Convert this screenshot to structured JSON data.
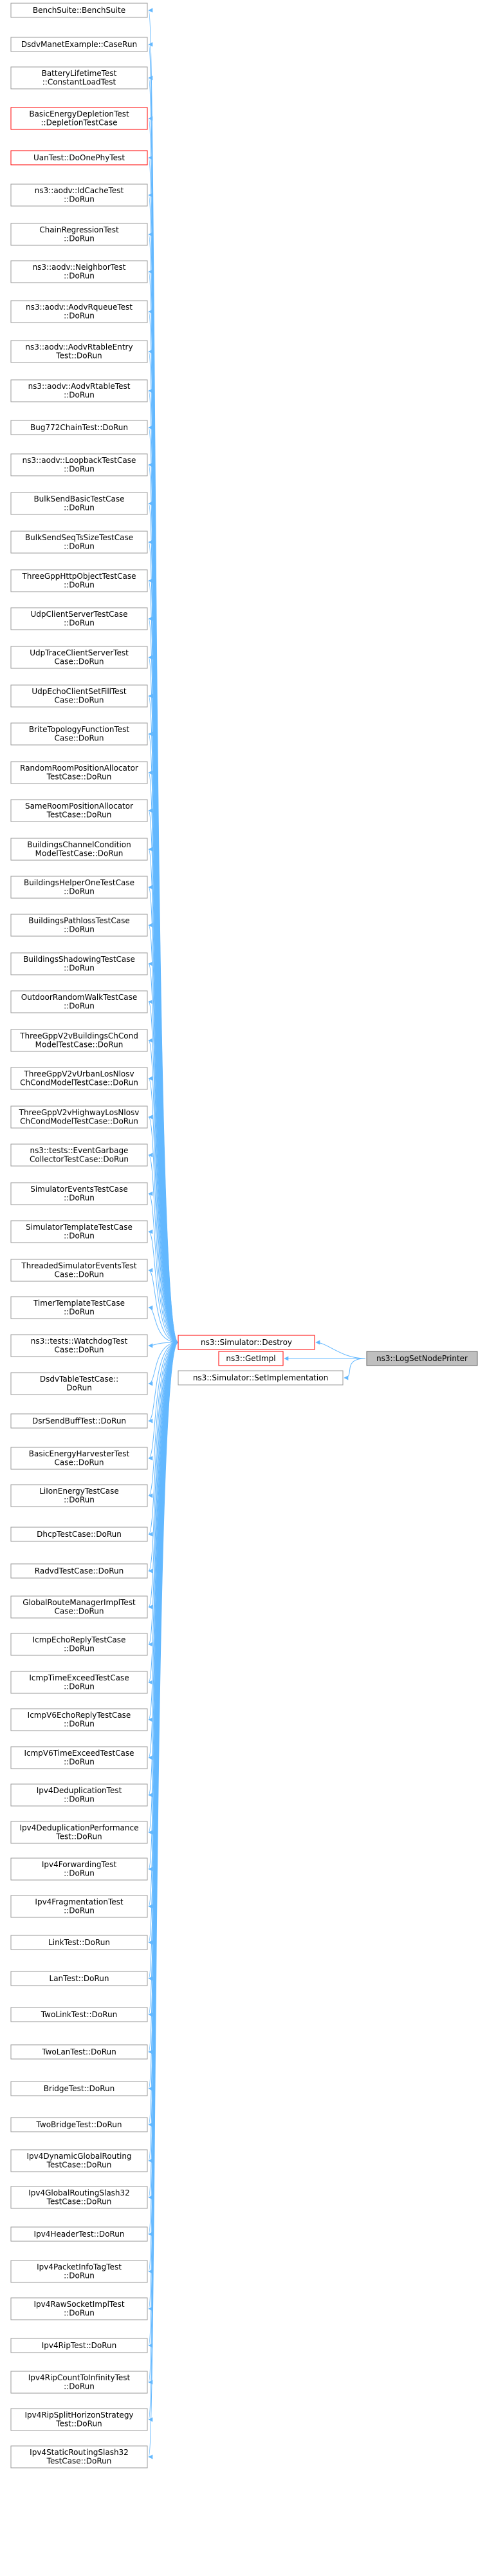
{
  "graph": {
    "target": "ns3::LogSetNodePrinter",
    "middle": [
      {
        "id": "destroy",
        "label": [
          "ns3::Simulator::Destroy"
        ],
        "border": "red"
      },
      {
        "id": "getimpl",
        "label": [
          "ns3::GetImpl"
        ],
        "border": "red"
      },
      {
        "id": "setimpl",
        "label": [
          "ns3::Simulator::SetImplementation"
        ],
        "border": "gray"
      }
    ],
    "callers": [
      {
        "label": [
          "BenchSuite::BenchSuite"
        ]
      },
      {
        "label": [
          "DsdvManetExample::CaseRun"
        ]
      },
      {
        "label": [
          "BatteryLifetimeTest",
          "::ConstantLoadTest"
        ]
      },
      {
        "label": [
          "BasicEnergyDepletionTest",
          "::DepletionTestCase"
        ],
        "border": "red"
      },
      {
        "label": [
          "UanTest::DoOnePhyTest"
        ],
        "border": "red"
      },
      {
        "label": [
          "ns3::aodv::IdCacheTest",
          "::DoRun"
        ]
      },
      {
        "label": [
          "ChainRegressionTest",
          "::DoRun"
        ]
      },
      {
        "label": [
          "ns3::aodv::NeighborTest",
          "::DoRun"
        ]
      },
      {
        "label": [
          "ns3::aodv::AodvRqueueTest",
          "::DoRun"
        ]
      },
      {
        "label": [
          "ns3::aodv::AodvRtableEntry",
          "Test::DoRun"
        ]
      },
      {
        "label": [
          "ns3::aodv::AodvRtableTest",
          "::DoRun"
        ]
      },
      {
        "label": [
          "Bug772ChainTest::DoRun"
        ]
      },
      {
        "label": [
          "ns3::aodv::LoopbackTestCase",
          "::DoRun"
        ]
      },
      {
        "label": [
          "BulkSendBasicTestCase",
          "::DoRun"
        ]
      },
      {
        "label": [
          "BulkSendSeqTsSizeTestCase",
          "::DoRun"
        ]
      },
      {
        "label": [
          "ThreeGppHttpObjectTestCase",
          "::DoRun"
        ]
      },
      {
        "label": [
          "UdpClientServerTestCase",
          "::DoRun"
        ]
      },
      {
        "label": [
          "UdpTraceClientServerTest",
          "Case::DoRun"
        ]
      },
      {
        "label": [
          "UdpEchoClientSetFillTest",
          "Case::DoRun"
        ]
      },
      {
        "label": [
          "BriteTopologyFunctionTest",
          "Case::DoRun"
        ]
      },
      {
        "label": [
          "RandomRoomPositionAllocator",
          "TestCase::DoRun"
        ]
      },
      {
        "label": [
          "SameRoomPositionAllocator",
          "TestCase::DoRun"
        ]
      },
      {
        "label": [
          "BuildingsChannelCondition",
          "ModelTestCase::DoRun"
        ]
      },
      {
        "label": [
          "BuildingsHelperOneTestCase",
          "::DoRun"
        ]
      },
      {
        "label": [
          "BuildingsPathlossTestCase",
          "::DoRun"
        ]
      },
      {
        "label": [
          "BuildingsShadowingTestCase",
          "::DoRun"
        ]
      },
      {
        "label": [
          "OutdoorRandomWalkTestCase",
          "::DoRun"
        ]
      },
      {
        "label": [
          "ThreeGppV2vBuildingsChCond",
          "ModelTestCase::DoRun"
        ]
      },
      {
        "label": [
          "ThreeGppV2vUrbanLosNlosv",
          "ChCondModelTestCase::DoRun"
        ]
      },
      {
        "label": [
          "ThreeGppV2vHighwayLosNlosv",
          "ChCondModelTestCase::DoRun"
        ]
      },
      {
        "label": [
          "ns3::tests::EventGarbage",
          "CollectorTestCase::DoRun"
        ]
      },
      {
        "label": [
          "SimulatorEventsTestCase",
          "::DoRun"
        ]
      },
      {
        "label": [
          "SimulatorTemplateTestCase",
          "::DoRun"
        ]
      },
      {
        "label": [
          "ThreadedSimulatorEventsTest",
          "Case::DoRun"
        ]
      },
      {
        "label": [
          "TimerTemplateTestCase",
          "::DoRun"
        ]
      },
      {
        "label": [
          "ns3::tests::WatchdogTest",
          "Case::DoRun"
        ]
      },
      {
        "label": [
          "DsdvTableTestCase::",
          "DoRun"
        ]
      },
      {
        "label": [
          "DsrSendBuffTest::DoRun"
        ]
      },
      {
        "label": [
          "BasicEnergyHarvesterTest",
          "Case::DoRun"
        ]
      },
      {
        "label": [
          "LiIonEnergyTestCase",
          "::DoRun"
        ]
      },
      {
        "label": [
          "DhcpTestCase::DoRun"
        ]
      },
      {
        "label": [
          "RadvdTestCase::DoRun"
        ]
      },
      {
        "label": [
          "GlobalRouteManagerImplTest",
          "Case::DoRun"
        ]
      },
      {
        "label": [
          "IcmpEchoReplyTestCase",
          "::DoRun"
        ]
      },
      {
        "label": [
          "IcmpTimeExceedTestCase",
          "::DoRun"
        ]
      },
      {
        "label": [
          "IcmpV6EchoReplyTestCase",
          "::DoRun"
        ]
      },
      {
        "label": [
          "IcmpV6TimeExceedTestCase",
          "::DoRun"
        ]
      },
      {
        "label": [
          "Ipv4DeduplicationTest",
          "::DoRun"
        ]
      },
      {
        "label": [
          "Ipv4DeduplicationPerformance",
          "Test::DoRun"
        ]
      },
      {
        "label": [
          "Ipv4ForwardingTest",
          "::DoRun"
        ]
      },
      {
        "label": [
          "Ipv4FragmentationTest",
          "::DoRun"
        ]
      },
      {
        "label": [
          "LinkTest::DoRun"
        ]
      },
      {
        "label": [
          "LanTest::DoRun"
        ]
      },
      {
        "label": [
          "TwoLinkTest::DoRun"
        ]
      },
      {
        "label": [
          "TwoLanTest::DoRun"
        ]
      },
      {
        "label": [
          "BridgeTest::DoRun"
        ]
      },
      {
        "label": [
          "TwoBridgeTest::DoRun"
        ]
      },
      {
        "label": [
          "Ipv4DynamicGlobalRouting",
          "TestCase::DoRun"
        ]
      },
      {
        "label": [
          "Ipv4GlobalRoutingSlash32",
          "TestCase::DoRun"
        ]
      },
      {
        "label": [
          "Ipv4HeaderTest::DoRun"
        ]
      },
      {
        "label": [
          "Ipv4PacketInfoTagTest",
          "::DoRun"
        ]
      },
      {
        "label": [
          "Ipv4RawSocketImplTest",
          "::DoRun"
        ]
      },
      {
        "label": [
          "Ipv4RipTest::DoRun"
        ]
      },
      {
        "label": [
          "Ipv4RipCountToInfinityTest",
          "::DoRun"
        ]
      },
      {
        "label": [
          "Ipv4RipSplitHorizonStrategy",
          "Test::DoRun"
        ]
      },
      {
        "label": [
          "Ipv4StaticRoutingSlash32",
          "TestCase::DoRun"
        ]
      }
    ],
    "colors": {
      "edge": "#63b8ff",
      "node_border": "#999999",
      "node_border_red": "#ff0000",
      "target_fill": "#bfbfbf"
    }
  }
}
